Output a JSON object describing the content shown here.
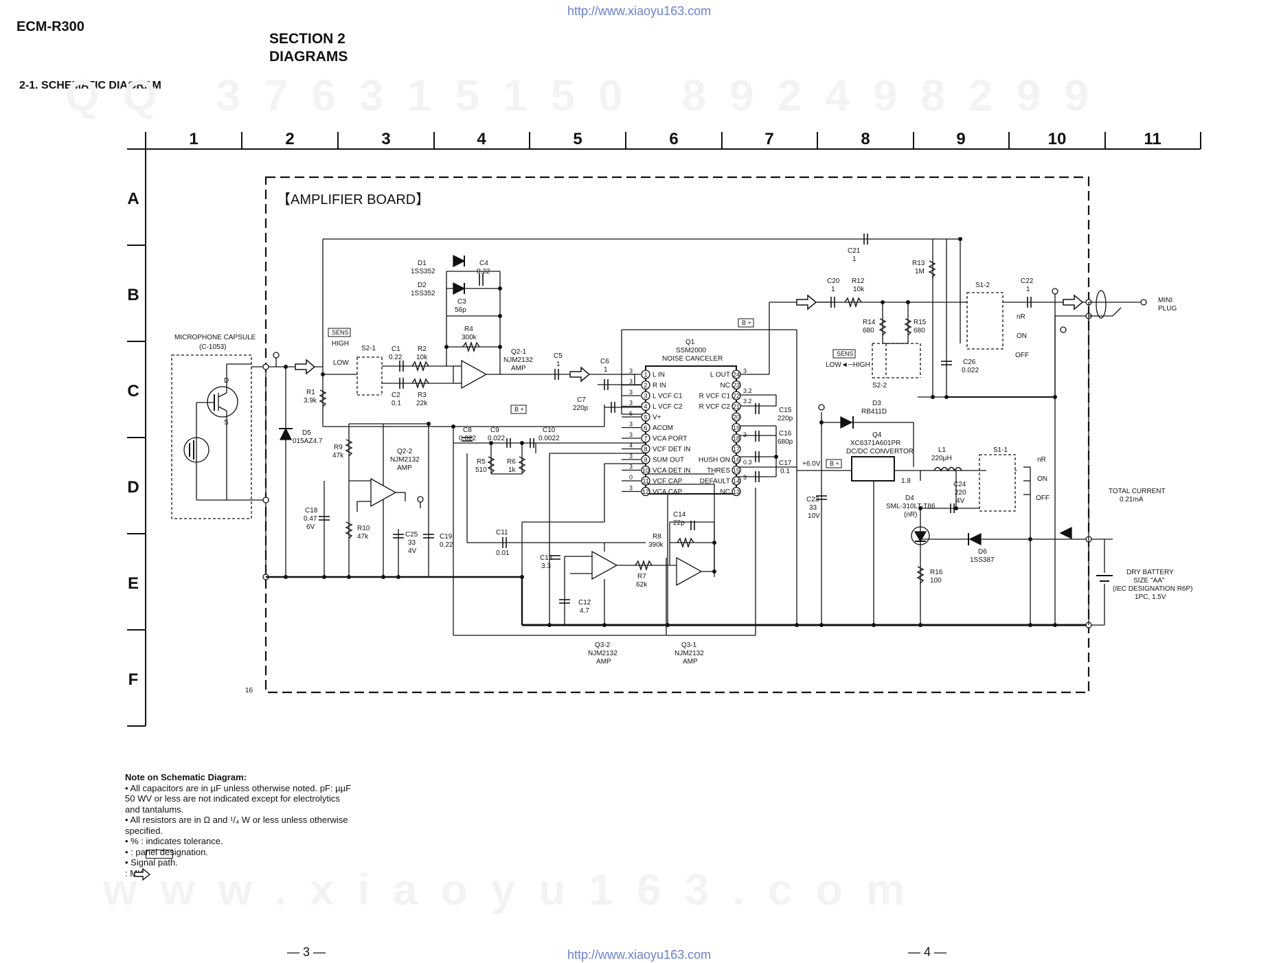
{
  "header": {
    "model": "ECM-R300",
    "url_top": "http://www.xiaoyu163.com",
    "section_line1": "SECTION 2",
    "section_line2": "DIAGRAMS",
    "subsection": "2-1. SCHEMATIC DIAGRAM"
  },
  "watermark": {
    "numbers": "QQ 376315150   892498299",
    "site": "www.xiaoyu163.com"
  },
  "grid": {
    "columns": [
      "1",
      "2",
      "3",
      "4",
      "5",
      "6",
      "7",
      "8",
      "9",
      "10",
      "11"
    ],
    "rows": [
      "A",
      "B",
      "C",
      "D",
      "E",
      "F"
    ],
    "corner_number": "16"
  },
  "board": {
    "title": "【AMPLIFIER BOARD】"
  },
  "components": {
    "mic_title": "MICROPHONE CAPSULE",
    "mic_code": "(C-1053)",
    "mic_d": "D",
    "mic_s": "S",
    "sens": "SENS",
    "high": "HIGH",
    "low": "LOW",
    "s2_1": "S2-1",
    "c1": "C1",
    "c1v": "0.22",
    "c2": "C2",
    "c2v": "0.1",
    "r2": "R2",
    "r2v": "10k",
    "r3": "R3",
    "r3v": "22k",
    "r1": "R1",
    "r1v": "3.9k",
    "d5": "D5",
    "d5v": "015AZ4.7",
    "d1": "D1",
    "d1v": "1SS352",
    "d2": "D2",
    "d2v": "1SS352",
    "c4": "C4",
    "c4v": "0.22",
    "c3": "C3",
    "c3v": "56p",
    "r4": "R4",
    "r4v": "300k",
    "q21": "Q2-1",
    "q21v": "NJM2132",
    "q21f": "AMP",
    "c5": "C5",
    "c5v": "1",
    "c6": "C6",
    "c6v": "1",
    "c7": "C7",
    "c7v": "220p",
    "bplus": "B +",
    "q1": "Q1",
    "q1v": "SSM2000",
    "q1f": "NOISE CANCELER",
    "c8": "C8",
    "c8v": "0.022",
    "c9": "C9",
    "c9v": "0.022",
    "c10": "C10",
    "c10v": "0.0022",
    "r5": "R5",
    "r5v": "510",
    "r6": "R6",
    "r6v": "1k",
    "r9": "R9",
    "r9v": "47k",
    "q22": "Q2-2",
    "q22v": "NJM2132",
    "q22f": "AMP",
    "c18": "C18",
    "c18v": "0.47",
    "c18w": "6V",
    "r10": "R10",
    "r10v": "47k",
    "c25": "C25",
    "c25v": "33",
    "c25w": "4V",
    "c19": "C19",
    "c19v": "0.22",
    "c11": "C11",
    "c11v": "0.01",
    "c13": "C13",
    "c13v": "3.3",
    "c12": "C12",
    "c12v": "4.7",
    "r7": "R7",
    "r7v": "62k",
    "r8": "R8",
    "r8v": "390k",
    "c14": "C14",
    "c14v": "22p",
    "q32": "Q3-2",
    "q32v": "NJM2132",
    "q32f": "AMP",
    "q31": "Q3-1",
    "q31v": "NJM2132",
    "q31f": "AMP",
    "c21": "C21",
    "c21v": "1",
    "r13": "R13",
    "r13v": "1M",
    "c20": "C20",
    "c20v": "1",
    "r12": "R12",
    "r12v": "10k",
    "r14": "R14",
    "r14v": "680",
    "r15": "R15",
    "r15v": "680",
    "s22": "S2-2",
    "lowhigh": "LOW◄─HIGH",
    "c26": "C26",
    "c26v": "0.022",
    "s12": "S1-2",
    "c22": "C22",
    "c22v": "1",
    "nr": "nR",
    "on": "ON",
    "off": "OFF",
    "mini1": "MINI",
    "mini2": "PLUG",
    "c15": "C15",
    "c15v": "220p",
    "c16": "C16",
    "c16v": "680p",
    "c17": "C17",
    "c17v": "0.1",
    "v32a": "3.2",
    "v32b": "3.2",
    "v03": "0.3",
    "plus6": "+6.0V",
    "d3": "D3",
    "d3v": "RB411D",
    "q4": "Q4",
    "q4v": "XC6371A601PR",
    "q4f": "DC/DC CONVERTOR",
    "l1": "L1",
    "l1v": "220µH",
    "c23": "C23",
    "c23v": "33",
    "c23w": "10V",
    "c24": "C24",
    "c24v": "220",
    "c24w": "4V",
    "s11": "S1-1",
    "d4": "D4",
    "d4v": "SML-310LT-T86",
    "d4f": "(nR)",
    "d6": "D6",
    "d6v": "1SS387",
    "r16": "R16",
    "r16v": "100",
    "total1": "TOTAL CURRENT",
    "total2": "0.21mA",
    "bat1": "DRY BATTERY",
    "bat2": "SIZE \"AA\"",
    "bat3": "(IEC DESIGNATION R6P)",
    "bat4": "1PC, 1.5V",
    "v18": "1.8"
  },
  "ic_left_pins": [
    {
      "num": "1",
      "label": "L IN",
      "v": "3"
    },
    {
      "num": "2",
      "label": "R IN",
      "v": "3"
    },
    {
      "num": "3",
      "label": "L VCF C1",
      "v": "3"
    },
    {
      "num": "4",
      "label": "L VCF C2",
      "v": "3"
    },
    {
      "num": "5",
      "label": "V+",
      "v": "6"
    },
    {
      "num": "6",
      "label": "ACOM",
      "v": "3"
    },
    {
      "num": "7",
      "label": "VCA PORT",
      "v": "3"
    },
    {
      "num": "8",
      "label": "VCF DET IN",
      "v": "4"
    },
    {
      "num": "9",
      "label": "SUM OUT",
      "v": "3"
    },
    {
      "num": "10",
      "label": "VCA DET IN",
      "v": "3"
    },
    {
      "num": "11",
      "label": "VCF CAP",
      "v": "0"
    },
    {
      "num": "12",
      "label": "VCA CAP",
      "v": "3"
    }
  ],
  "ic_right_pins": [
    {
      "num": "24",
      "label": "L OUT",
      "v": "3"
    },
    {
      "num": "23",
      "label": "NC",
      "v": ""
    },
    {
      "num": "22",
      "label": "R VCF C1",
      "v": "3.2"
    },
    {
      "num": "21",
      "label": "R VCF C2",
      "v": "3.2"
    },
    {
      "num": "20",
      "label": "",
      "v": ""
    },
    {
      "num": "19",
      "label": "",
      "v": ""
    },
    {
      "num": "18",
      "label": "",
      "v": "3"
    },
    {
      "num": "17",
      "label": "",
      "v": ""
    },
    {
      "num": "16",
      "label": "HUSH ON",
      "v": ""
    },
    {
      "num": "15",
      "label": "THRES",
      "v": "0.3"
    },
    {
      "num": "14",
      "label": "DEFAULT",
      "v": "3"
    },
    {
      "num": "13",
      "label": "NC",
      "v": ""
    }
  ],
  "notes": {
    "title": "Note on Schematic Diagram:",
    "lines": [
      "• All capacitors are in µF unless otherwise noted.  pF: µµF",
      "   50 WV or less are not indicated except for electrolytics",
      "   and tantalums.",
      "• All resistors are in Ω and ¹/₄ W or less unless otherwise",
      "   specified.",
      "•      %      : indicates tolerance.",
      "•                 : panel designation.",
      "• Signal path.",
      "          : MIC"
    ]
  },
  "footer": {
    "page_left": "— 3 —",
    "page_right": "— 4 —",
    "url_bottom": "http://www.xiaoyu163.com"
  }
}
